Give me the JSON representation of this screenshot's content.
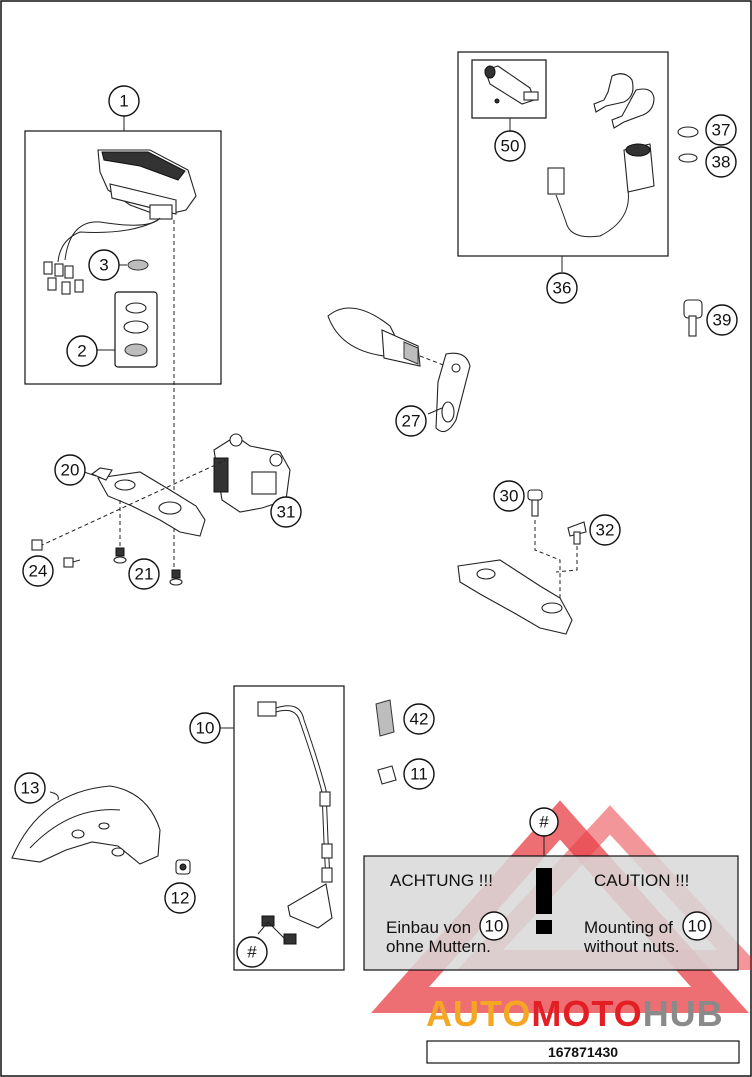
{
  "callouts": {
    "c1": "1",
    "c2": "2",
    "c3": "3",
    "c10": "10",
    "c10b": "10",
    "c10c": "10",
    "c11": "11",
    "c12": "12",
    "c13": "13",
    "c20": "20",
    "c21": "21",
    "c24": "24",
    "c27": "27",
    "c30": "30",
    "c31": "31",
    "c32": "32",
    "c36": "36",
    "c37": "37",
    "c38": "38",
    "c39": "39",
    "c42": "42",
    "c50": "50",
    "hash1": "#",
    "hash2": "#"
  },
  "warning": {
    "title_de": "ACHTUNG !!!",
    "title_en": "CAUTION !!!",
    "line1_de": "Einbau von",
    "line2_de": "ohne Muttern.",
    "line1_en": "Mounting of",
    "line2_en": "without nuts."
  },
  "watermark": {
    "part1": "AUTO",
    "part2": "MOTO",
    "part3": "HUB"
  },
  "drawing_number": "167871430",
  "colors": {
    "warning_bg": "#d8d8d8",
    "watermark_red": "#e31e24",
    "watermark_orange": "#f5a623",
    "watermark_gray": "#8a8a8a"
  }
}
